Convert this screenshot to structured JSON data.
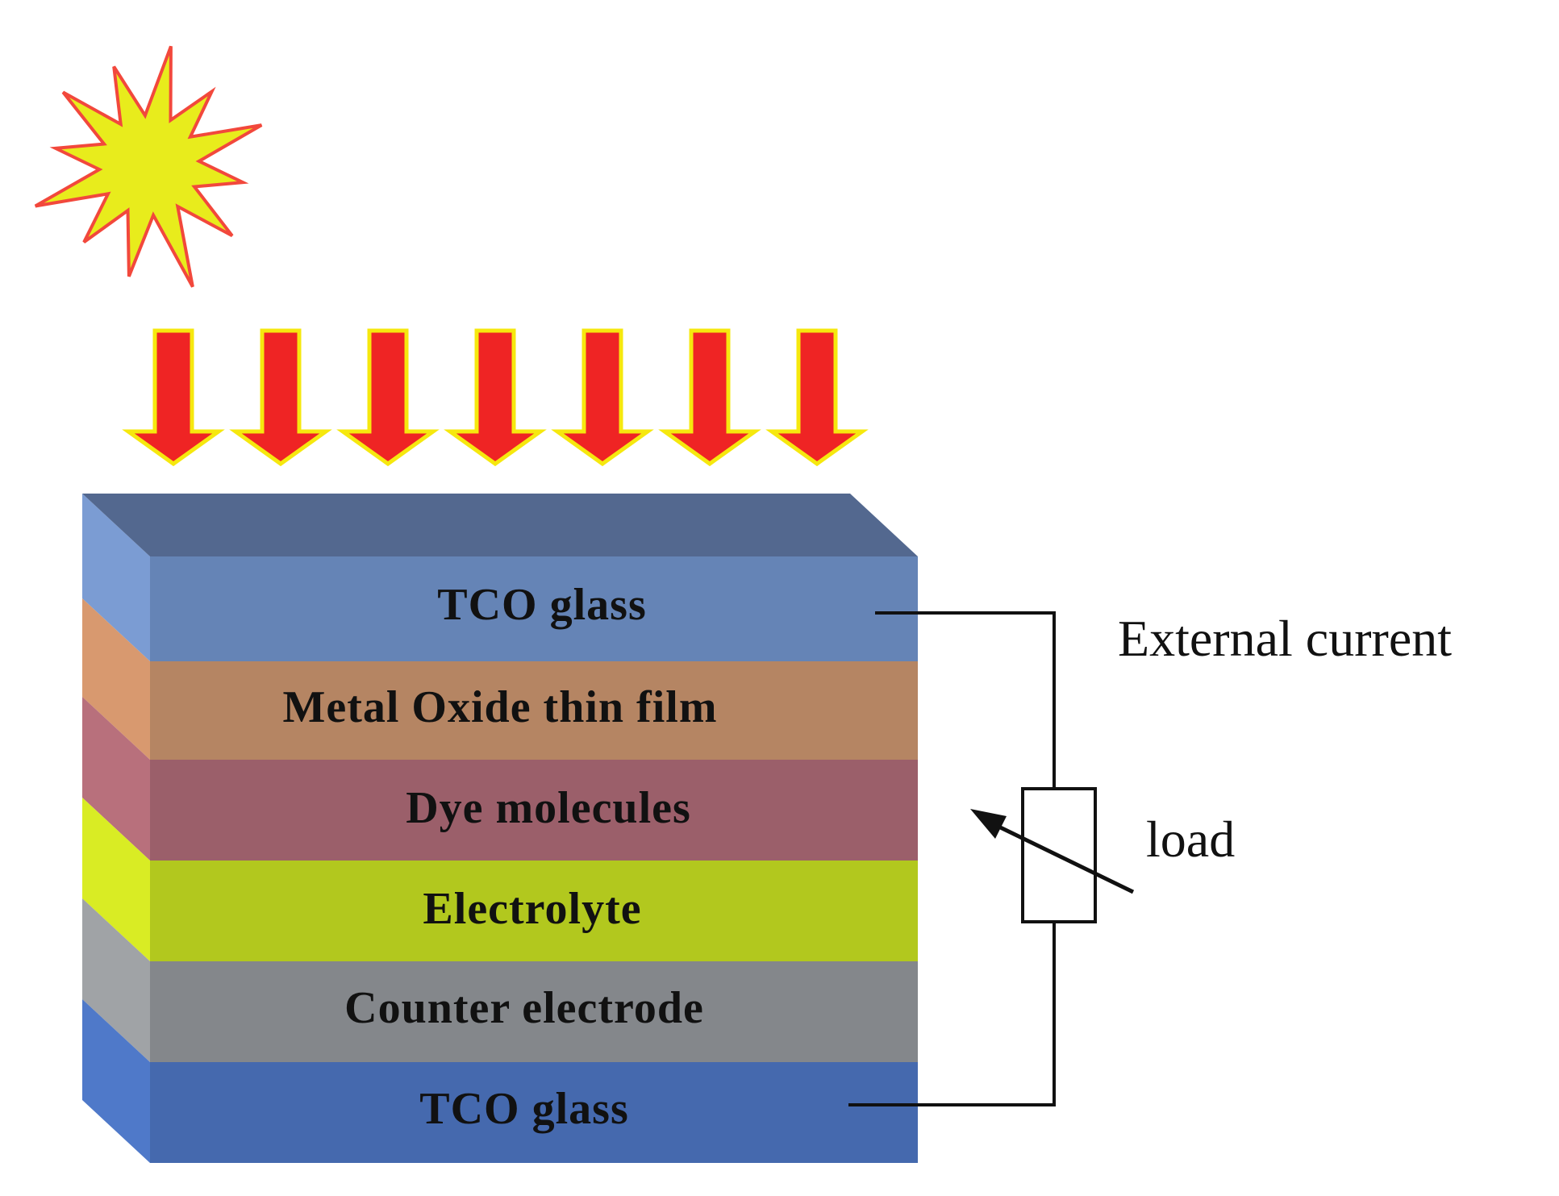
{
  "diagram": {
    "layers": [
      {
        "id": "tco-glass-top",
        "label": "TCO glass",
        "front": "#6584b6",
        "side": "#7b9cd3"
      },
      {
        "id": "metal-oxide",
        "label": "Metal Oxide thin film",
        "front": "#b58563",
        "side": "#d8996f"
      },
      {
        "id": "dye",
        "label": "Dye molecules",
        "front": "#9b5f6a",
        "side": "#b8707c"
      },
      {
        "id": "electrolyte",
        "label": "Electrolyte",
        "front": "#b2c81e",
        "side": "#d9ec24"
      },
      {
        "id": "counter-electrode",
        "label": "Counter electrode",
        "front": "#84878b",
        "side": "#a0a3a6"
      },
      {
        "id": "tco-glass-bottom",
        "label": "TCO glass",
        "front": "#4569ae",
        "side": "#4f79c9"
      }
    ],
    "top_face_color": "#53688f",
    "sun": {
      "fill": "#e8ec1c",
      "stroke": "#f2483c",
      "icon": "sun-icon"
    },
    "light_arrows": {
      "count": 7,
      "fill": "#ef2424",
      "stroke": "#f6e80e",
      "icon": "down-arrow-icon"
    },
    "circuit": {
      "external_current_label": "External current",
      "load_label": "load",
      "load_icon": "variable-resistor-icon"
    }
  }
}
